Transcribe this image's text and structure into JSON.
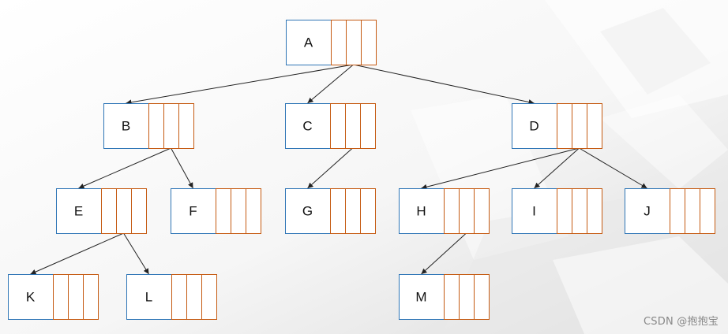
{
  "nodes": [
    {
      "id": "A",
      "label": "A"
    },
    {
      "id": "B",
      "label": "B"
    },
    {
      "id": "C",
      "label": "C"
    },
    {
      "id": "D",
      "label": "D"
    },
    {
      "id": "E",
      "label": "E"
    },
    {
      "id": "F",
      "label": "F"
    },
    {
      "id": "G",
      "label": "G"
    },
    {
      "id": "H",
      "label": "H"
    },
    {
      "id": "I",
      "label": "I"
    },
    {
      "id": "J",
      "label": "J"
    },
    {
      "id": "K",
      "label": "K"
    },
    {
      "id": "L",
      "label": "L"
    },
    {
      "id": "M",
      "label": "M"
    }
  ],
  "edges": [
    {
      "from": "A",
      "to": "B"
    },
    {
      "from": "A",
      "to": "C"
    },
    {
      "from": "A",
      "to": "D"
    },
    {
      "from": "B",
      "to": "E"
    },
    {
      "from": "B",
      "to": "F"
    },
    {
      "from": "C",
      "to": "G"
    },
    {
      "from": "D",
      "to": "H"
    },
    {
      "from": "D",
      "to": "I"
    },
    {
      "from": "D",
      "to": "J"
    },
    {
      "from": "E",
      "to": "K"
    },
    {
      "from": "E",
      "to": "L"
    },
    {
      "from": "H",
      "to": "M"
    }
  ],
  "child_slots_per_node": 3,
  "colors": {
    "label_border": "#2e75b6",
    "slot_border": "#c55a11",
    "edge": "#222222",
    "text": "#111111"
  },
  "watermark": "CSDN @抱抱宝"
}
